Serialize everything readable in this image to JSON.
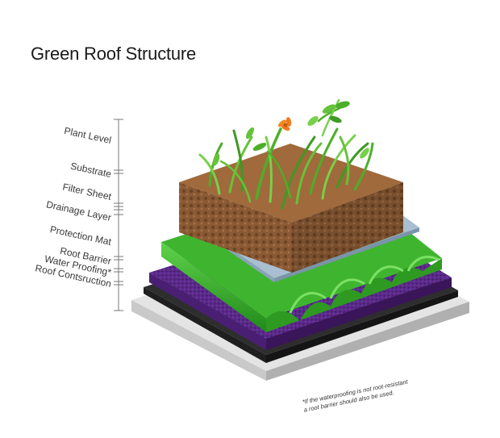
{
  "title": "Green Roof Structure",
  "layers": [
    {
      "label": "Plant Level"
    },
    {
      "label": "Substrate"
    },
    {
      "label": "Filter Sheet"
    },
    {
      "label": "Drainage Layer"
    },
    {
      "label": "Protection Mat"
    },
    {
      "label": "Root Barrier"
    },
    {
      "label": "Water Proofing*"
    },
    {
      "label": "Roof Contsruction"
    }
  ],
  "footnote": {
    "line1": "*If the waterproofing is not root-resistant",
    "line2": "a root barrier should also be used."
  },
  "colors": {
    "soil": "#8a5a34",
    "soil_top": "#a06a3c",
    "filter": "#9fb6c9",
    "drainage": "#3fb52f",
    "protection": "#5b2a8a",
    "root_barrier": "#3a3a3a",
    "roof": "#d8d8d8",
    "plants": "#4caf2a",
    "flower": "#f07a1a"
  }
}
